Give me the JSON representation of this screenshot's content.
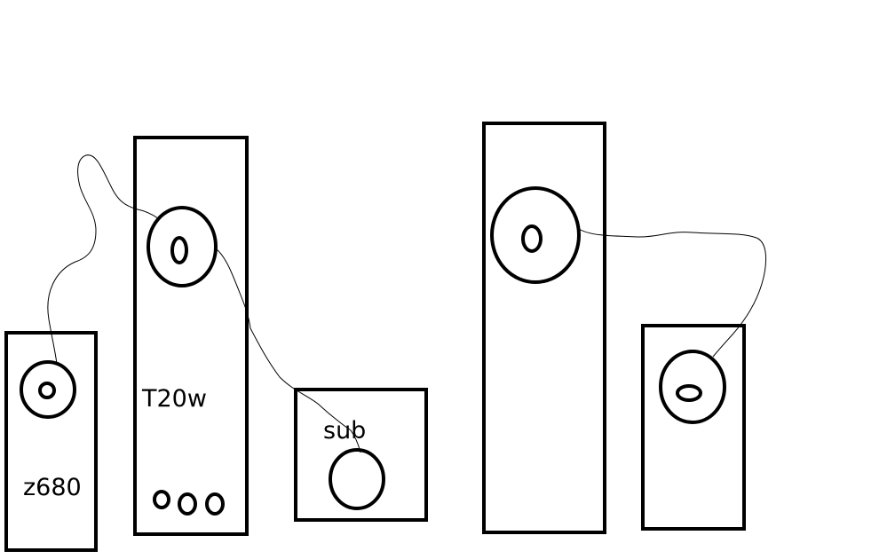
{
  "labels": {
    "small_left_speaker": "z680",
    "tall_left_speaker": "T20w",
    "subwoofer": "sub"
  },
  "colors": {
    "background": "#ffffff",
    "stroke": "#000000"
  }
}
